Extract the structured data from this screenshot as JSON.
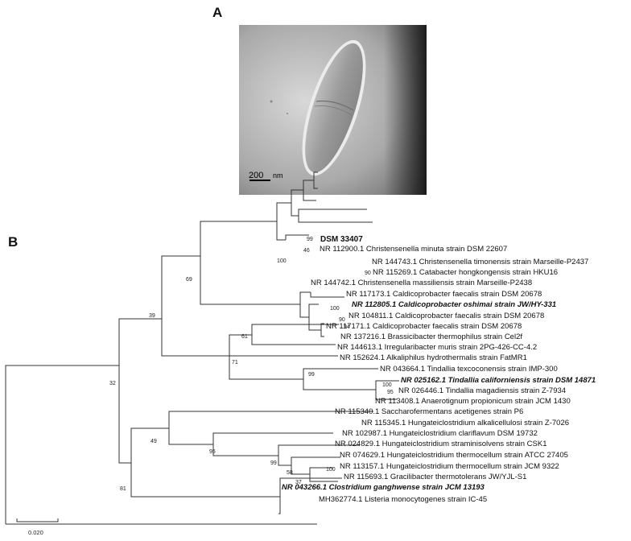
{
  "panel_a": {
    "label": "A",
    "scale_bar_value": "200",
    "scale_bar_unit": "nm"
  },
  "panel_b": {
    "label": "B",
    "scale_bar_label": "0.020",
    "taxa": [
      {
        "id": "dsm",
        "name": "DSM 33407",
        "bold": true,
        "italic": false
      },
      {
        "id": "minuta",
        "name": "NR 112900.1 Christensenella minuta strain DSM 22607"
      },
      {
        "id": "timon",
        "name": "NR 144743.1 Christensenella timonensis strain Marseille-P2437"
      },
      {
        "id": "cata",
        "name": "NR 115269.1 Catabacter hongkongensis strain HKU16"
      },
      {
        "id": "massil",
        "name": "NR 144742.1 Christensenella massiliensis strain Marseille-P2438"
      },
      {
        "id": "caldi1",
        "name": "NR 117173.1 Caldicoprobacter faecalis strain DSM 20678"
      },
      {
        "id": "oshimai",
        "name": "NR 112805.1 Caldicoprobacter oshimai strain JW/HY-331",
        "bold": true,
        "italic": true
      },
      {
        "id": "caldi2",
        "name": "NR 104811.1 Caldicoprobacter faecalis strain DSM 20678"
      },
      {
        "id": "caldi3",
        "name": "NR 117171.1 Caldicoprobacter faecalis strain DSM 20678"
      },
      {
        "id": "brassi",
        "name": "NR 137216.1 Brassicibacter thermophilus strain Cel2f"
      },
      {
        "id": "irreg",
        "name": "NR 144613.1 Irregularibacter muris strain 2PG-426-CC-4.2"
      },
      {
        "id": "alkali",
        "name": "NR 152624.1 Alkaliphilus hydrothermalis strain FatMR1"
      },
      {
        "id": "tind1",
        "name": "NR 043664.1 Tindallia texcoconensis strain IMP-300"
      },
      {
        "id": "tind2",
        "name": "NR 025162.1 Tindallia californiensis strain DSM 14871",
        "bold": true,
        "italic": true
      },
      {
        "id": "tind3",
        "name": "NR 026446.1 Tindallia magadiensis strain Z-7934"
      },
      {
        "id": "anaero",
        "name": "NR 113408.1 Anaerotignum propionicum strain JCM 1430"
      },
      {
        "id": "sacch",
        "name": "NR 115340.1 Saccharofermentans acetigenes strain P6"
      },
      {
        "id": "hung1",
        "name": "NR 115345.1 Hungateiclostridium alkalicellulosi strain Z-7026"
      },
      {
        "id": "hung2",
        "name": "NR 102987.1 Hungateiclostridium clariflavum DSM 19732"
      },
      {
        "id": "hung3",
        "name": "NR 024829.1 Hungateiclostridium straminisolvens strain CSK1"
      },
      {
        "id": "hung4",
        "name": "NR 074629.1 Hungateiclostridium thermocellum strain ATCC 27405"
      },
      {
        "id": "hung5",
        "name": "NR 113157.1 Hungateiclostridium thermocellum strain JCM 9322"
      },
      {
        "id": "graci",
        "name": "NR 115693.1 Gracilibacter thermotolerans JW/YJL-S1"
      },
      {
        "id": "clost",
        "name": "NR 043266.1 Clostridium ganghwense strain JCM 13193",
        "bold": true,
        "italic": true
      },
      {
        "id": "lister",
        "name": "MH362774.1 Listeria monocytogenes strain IC-45"
      }
    ],
    "bootstrap_values": [
      "99",
      "46",
      "100",
      "90",
      "69",
      "100",
      "90",
      "94",
      "39",
      "61",
      "71",
      "99",
      "100",
      "95",
      "32",
      "49",
      "95",
      "99",
      "58",
      "37",
      "100",
      "81"
    ]
  }
}
